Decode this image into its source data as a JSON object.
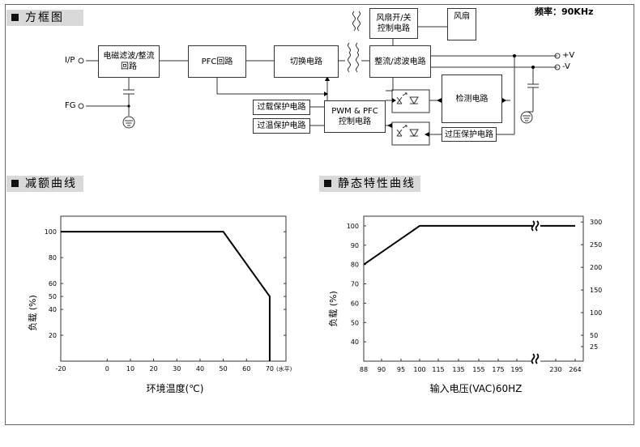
{
  "header": {
    "frequency": "频率：90KHz"
  },
  "sections": {
    "block_diagram": "方框图",
    "derating_curve": "减额曲线",
    "static_curve": "静态特性曲线"
  },
  "block_diagram": {
    "ports": {
      "input": "I/P",
      "ground": "FG",
      "out_pos": "+V",
      "out_neg": "-V"
    },
    "blocks": {
      "emi_filter": "电磁滤波/整流\n回路",
      "pfc": "PFC回路",
      "switching": "切换电路",
      "rectifier": "整流/滤波电路",
      "fan_control": "风扇开/关\n控制电路",
      "fan": "风扇",
      "detection": "检测电路",
      "overload": "过载保护电路",
      "overtemp": "过温保护电路",
      "pwm_pfc": "PWM & PFC\n控制电路",
      "overvoltage": "过压保护电路"
    }
  },
  "chart_data": [
    {
      "type": "line",
      "name": "derating",
      "x": [
        -20,
        50,
        70,
        70
      ],
      "y": [
        100,
        100,
        50,
        0
      ],
      "xlim": [
        -20,
        77
      ],
      "ylim": [
        0,
        112
      ],
      "xticks": [
        -20,
        0,
        10,
        20,
        30,
        40,
        50,
        60,
        70
      ],
      "yticks": [
        20,
        40,
        50,
        60,
        80,
        100
      ],
      "xlabel": "环境温度(℃)",
      "ylabel": "负载 (%)",
      "x_tick_suffix": "(水平)",
      "grid": false
    },
    {
      "type": "line",
      "name": "static",
      "categories": [
        "88",
        "90",
        "95",
        "100",
        "115",
        "135",
        "155",
        "175",
        "195",
        "230",
        "264"
      ],
      "x_index": [
        0,
        3,
        10
      ],
      "y": [
        80,
        100,
        100
      ],
      "ylim": [
        30,
        105
      ],
      "yticks": [
        40,
        50,
        60,
        70,
        80,
        90,
        100
      ],
      "y2ticks": [
        25,
        50,
        100,
        150,
        200,
        250,
        300
      ],
      "xlabel": "输入电压(VAC)60HZ",
      "ylabel": "负载 (%)",
      "axis_break": true,
      "grid": false
    }
  ]
}
